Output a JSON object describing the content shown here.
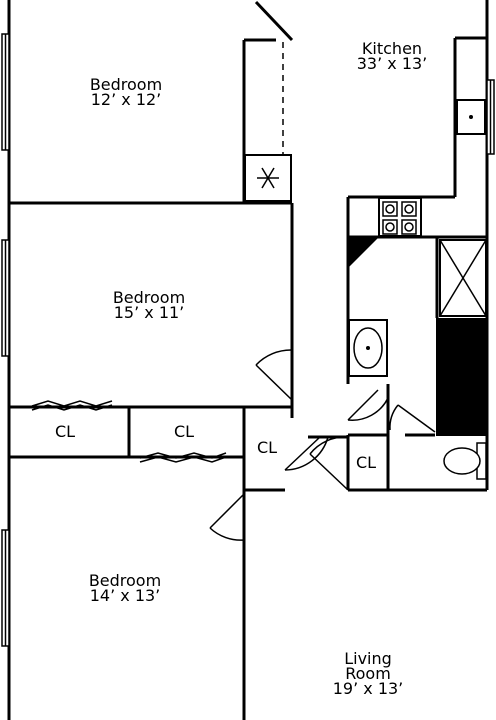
{
  "rooms": {
    "bedroom_top": {
      "name": "Bedroom",
      "size": "12’ x 12’"
    },
    "kitchen": {
      "name": "Kitchen",
      "size": "33’ x 13’"
    },
    "bedroom_middle": {
      "name": "Bedroom",
      "size": "15’ x 11’"
    },
    "bedroom_bottom": {
      "name": "Bedroom",
      "size": "14’ x 13’"
    },
    "living_room": {
      "name_line1": "Living",
      "name_line2": "Room",
      "size": "19’ x 13’"
    }
  },
  "closets": {
    "cl1": "CL",
    "cl2": "CL",
    "cl3": "CL",
    "cl4": "CL"
  },
  "icons": [
    "snowflake-icon",
    "stove-icon",
    "sink-icon",
    "shower-icon",
    "toilet-icon",
    "window-icon",
    "door-swing-icon"
  ],
  "colors": {
    "wall": "#000000",
    "background": "#ffffff"
  }
}
